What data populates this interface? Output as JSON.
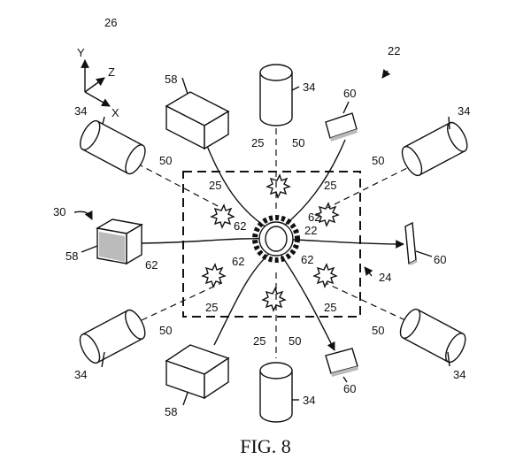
{
  "figure": {
    "caption": "FIG. 8",
    "refs": {
      "system": "22",
      "system2": "30",
      "coords": "26",
      "region": "24",
      "part": "22",
      "sensor": "34",
      "beam": "50",
      "emitter": "58",
      "detector": "60",
      "signal": "62",
      "flash": "25"
    },
    "axes": {
      "y": "Y",
      "z": "Z",
      "x": "X"
    }
  }
}
